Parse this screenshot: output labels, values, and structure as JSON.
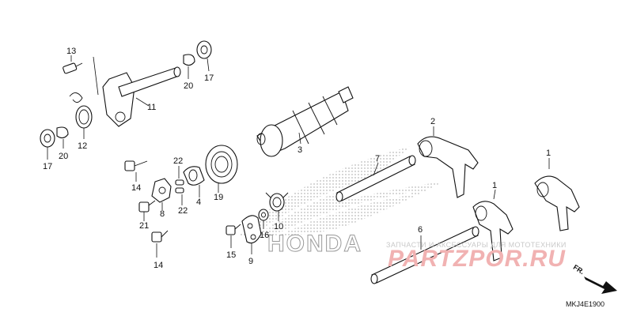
{
  "callouts": [
    "1",
    "1",
    "2",
    "3",
    "4",
    "6",
    "7",
    "8",
    "9",
    "10",
    "11",
    "12",
    "13",
    "14",
    "14",
    "15",
    "16",
    "17",
    "17",
    "19",
    "20",
    "20",
    "21",
    "22",
    "22"
  ],
  "diagram_code": "MKJ4E1900",
  "direction_label": "FR.",
  "watermark": {
    "caption": "ЗАПЧАСТИ И АКСЕССУАРЫ ДЛЯ МОТОТЕХНИКИ",
    "logo": "PARTZPOR.RU",
    "brand": "HONDA",
    "color": "#f1b2b2"
  }
}
